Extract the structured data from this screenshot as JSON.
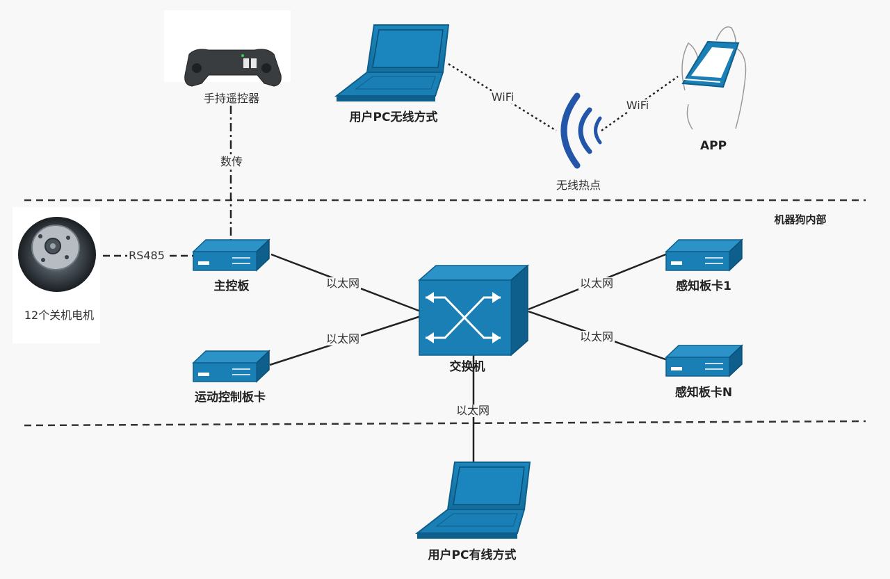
{
  "zones": {
    "inner_label": "机器狗内部"
  },
  "nodes": {
    "remote": "手持遥控器",
    "pc_wireless": "用户PC无线方式",
    "hotspot": "无线热点",
    "app": "APP",
    "motors": "12个关机电机",
    "main_board": "主控板",
    "motion_board": "运动控制板卡",
    "switch": "交换机",
    "sense1": "感知板卡1",
    "senseN": "感知板卡N",
    "pc_wired": "用户PC有线方式"
  },
  "links": {
    "data_link": "数传",
    "rs485": "RS485",
    "wifi": "WiFi",
    "ethernet": "以太网"
  },
  "colors": {
    "device_blue": "#1a7fb5",
    "device_dark": "#0e5f8c",
    "hotspot_blue": "#2356a8",
    "line": "#222222"
  }
}
